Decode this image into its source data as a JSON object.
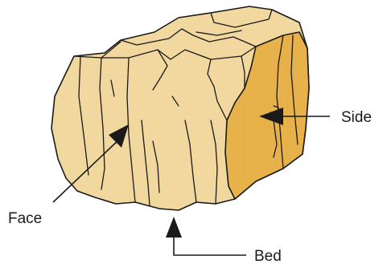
{
  "labels": {
    "side": "Side",
    "face": "Face",
    "bed": "Bed"
  },
  "colors": {
    "face_fill": "#f2d9a0",
    "side_fill": "#e8b24a",
    "outline": "#1a1a1a",
    "background": "#ffffff"
  }
}
